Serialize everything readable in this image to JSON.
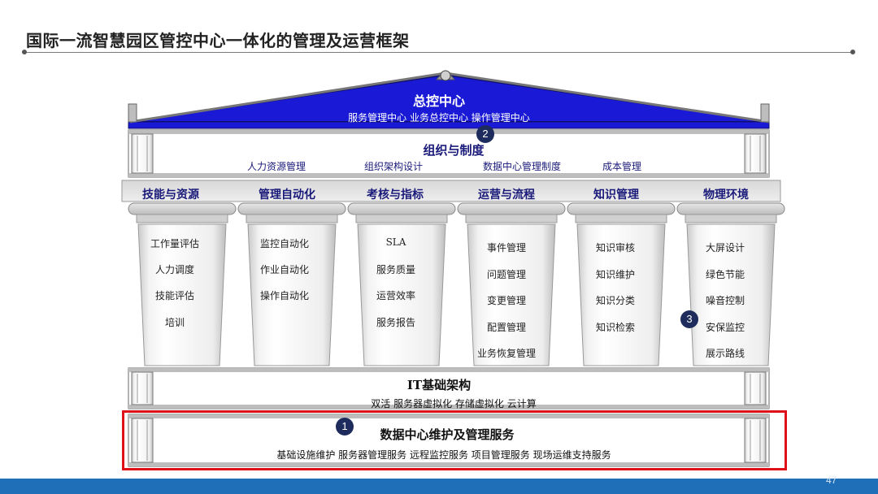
{
  "title": "国际一流智慧园区管控中心一体化的管理及运营框架",
  "roof": {
    "title": "总控中心",
    "subtitle": "服务管理中心 业务总控中心 操作管理中心"
  },
  "organization": {
    "title": "组织与制度",
    "items": [
      "人力资源管理",
      "组织架构设计",
      "数据中心管理制度",
      "成本管理"
    ]
  },
  "pillars": [
    {
      "title": "技能与资源",
      "items": [
        "工作量评估",
        "人力调度",
        "技能评估",
        "培训"
      ]
    },
    {
      "title": "管理自动化",
      "items": [
        "监控自动化",
        "作业自动化",
        "操作自动化"
      ]
    },
    {
      "title": "考核与指标",
      "items": [
        "SLA",
        "服务质量",
        "运营效率",
        "服务报告"
      ]
    },
    {
      "title": "运营与流程",
      "items": [
        "事件管理",
        "问题管理",
        "变更管理",
        "配置管理",
        "业务恢复管理"
      ]
    },
    {
      "title": "知识管理",
      "items": [
        "知识审核",
        "知识维护",
        "知识分类",
        "知识检索"
      ]
    },
    {
      "title": "物理环境",
      "items": [
        "大屏设计",
        "绿色节能",
        "噪音控制",
        "安保监控",
        "展示路线"
      ]
    }
  ],
  "it_infra": {
    "title": "IT基础架构",
    "subtitle": "双活 服务器虚拟化 存储虚拟化 云计算"
  },
  "datacenter": {
    "title": "数据中心维护及管理服务",
    "subtitle": "基础设施维护 服务器管理服务 远程监控服务 项目管理服务 现场运维支持服务"
  },
  "badges": [
    "1",
    "2",
    "3"
  ],
  "page_number": "47",
  "colors": {
    "roof": "#1a1ad6",
    "highlight": "#e0101a",
    "badge": "#1d2c5c",
    "footer": "#1f6fb8"
  }
}
